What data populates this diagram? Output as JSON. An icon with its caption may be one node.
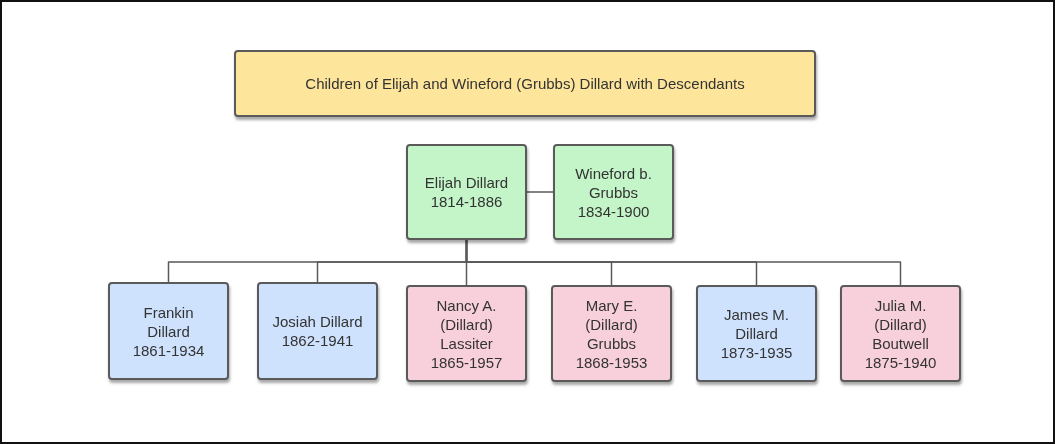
{
  "diagram": {
    "nodes": [
      {
        "text": [
          "Children of Elijah and Wineford (Grubbs) Dillard with Descendants"
        ]
      },
      {
        "text": [
          "Elijah Dillard",
          "1814-1886"
        ]
      },
      {
        "text": [
          "Wineford b. Grubbs",
          "1834-1900"
        ]
      },
      {
        "text": [
          "Frankin Dillard",
          "1861-1934"
        ]
      },
      {
        "text": [
          "Josiah Dillard",
          "1862-1941"
        ]
      },
      {
        "text": [
          "Nancy A. (Dillard) Lassiter",
          "1865-1957"
        ]
      },
      {
        "text": [
          "Mary E. (Dillard) Grubbs",
          "1868-1953"
        ]
      },
      {
        "text": [
          "James M. Dillard",
          "1873-1935"
        ]
      },
      {
        "text": [
          "Julia M. (Dillard) Boutwell",
          "1875-1940"
        ]
      }
    ],
    "edges": [
      {
        "from": 1,
        "to": 2,
        "arrow": "none"
      },
      {
        "from": 1,
        "to": 3,
        "arrow": "none"
      },
      {
        "from": 1,
        "to": 4,
        "arrow": "none"
      },
      {
        "from": 1,
        "to": 5,
        "arrow": "none"
      },
      {
        "from": 1,
        "to": 6,
        "arrow": "none"
      },
      {
        "from": 1,
        "to": 7,
        "arrow": "none"
      },
      {
        "from": 1,
        "to": 8,
        "arrow": "none"
      }
    ]
  }
}
